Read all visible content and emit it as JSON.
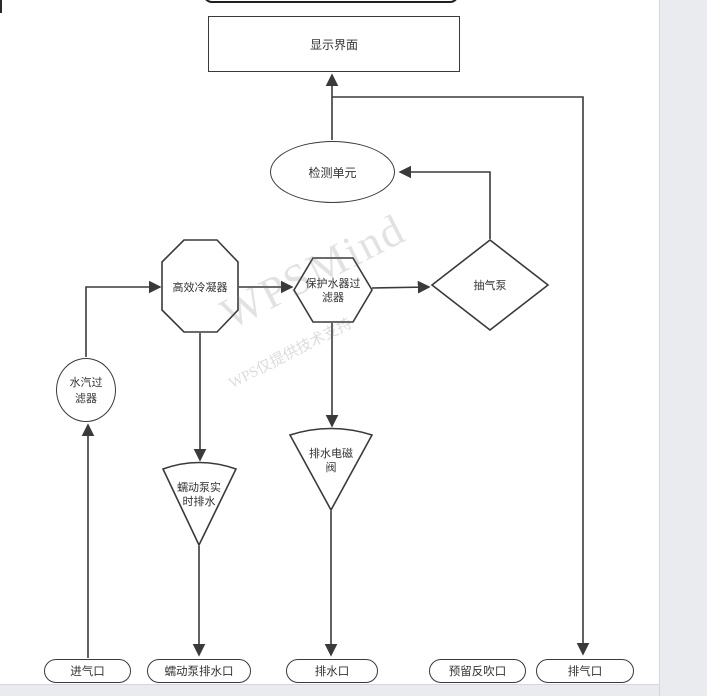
{
  "canvas": {
    "background": "#ffffff",
    "gutter_color": "#e9ebee",
    "stroke_color": "#3a3a3a",
    "text_color": "#333333"
  },
  "watermark": {
    "brand": "WPSMind",
    "notice": "WPS仅提供技术支持"
  },
  "nodes": {
    "display": {
      "label": "显示界面",
      "shape": "rectangle"
    },
    "detection": {
      "label": "检测单元",
      "shape": "ellipse"
    },
    "condenser": {
      "label": "高效冷凝器",
      "shape": "octagon"
    },
    "protect_filter": {
      "label": "保护水器过滤器",
      "shape": "hexagon"
    },
    "pump": {
      "label": "抽气泵",
      "shape": "diamond"
    },
    "vapor_filter": {
      "label": "水汽过滤器",
      "shape": "circle"
    },
    "peristaltic_drain": {
      "label": "蠕动泵实时排水",
      "shape": "funnel"
    },
    "solenoid_valve": {
      "label": "排水电磁阀",
      "shape": "funnel"
    }
  },
  "terminals": [
    {
      "label": "进气口"
    },
    {
      "label": "蠕动泵排水口"
    },
    {
      "label": "排水口"
    },
    {
      "label": "预留反吹口"
    },
    {
      "label": "排气口"
    }
  ]
}
